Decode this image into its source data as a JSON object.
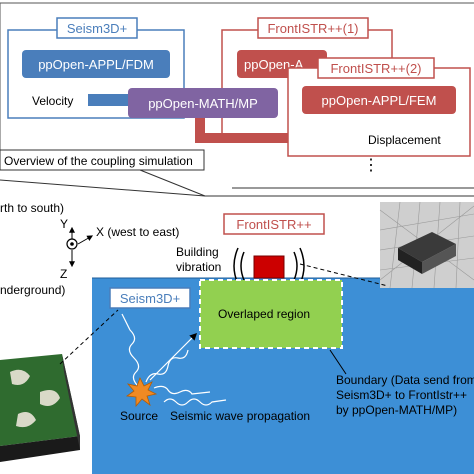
{
  "top": {
    "seism3d_label": "Seism3D+",
    "appl_fdm_label": "ppOpen-APPL/FDM",
    "velocity_label": "Velocity",
    "math_mp_label": "ppOpen-MATH/MP",
    "frontistr_1_label": "FrontISTR++(1)",
    "appl_fem_back_label": "ppOpen-A",
    "frontistr_2_label": "FrontISTR++(2)",
    "appl_fem_label": "ppOpen-APPL/FEM",
    "displacement_label": "Displacement",
    "overview_caption": "Overview of the coupling simulation",
    "ellipsis": "⋮"
  },
  "bottom": {
    "axis_y_desc": "rth to south)",
    "axis_y_letter": "Y",
    "axis_x_label": "X (west to east)",
    "axis_z_letter": "Z",
    "axis_z_desc": "nderground)",
    "frontistr_label": "FrontISTR++",
    "building_label_1": "Building",
    "building_label_2": "vibration",
    "seism3d_label": "Seism3D+",
    "overlap_label": "Overlaped region",
    "source_label": "Source",
    "propagation_label": "Seismic wave propagation",
    "boundary_line1": "Boundary (Data send from",
    "boundary_line2": "Seism3D+ to FrontIstr++",
    "boundary_line3": "by ppOpen-MATH/MP)"
  },
  "colors": {
    "blue_box": "#4a7ebb",
    "red_box": "#c0504d",
    "purple_box": "#8064a2",
    "ocean": "#3d8fd6",
    "overlap": "#92d050",
    "building": "#cc0000"
  }
}
